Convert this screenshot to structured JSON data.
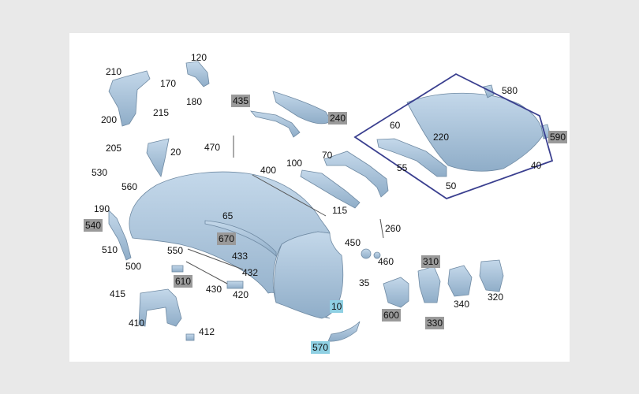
{
  "diagram": {
    "labels": [
      {
        "id": "l210",
        "text": "210",
        "style": "plain"
      },
      {
        "id": "l120",
        "text": "120",
        "style": "plain"
      },
      {
        "id": "l170",
        "text": "170",
        "style": "plain"
      },
      {
        "id": "l180",
        "text": "180",
        "style": "plain"
      },
      {
        "id": "l200",
        "text": "200",
        "style": "plain"
      },
      {
        "id": "l215",
        "text": "215",
        "style": "plain"
      },
      {
        "id": "l205",
        "text": "205",
        "style": "plain"
      },
      {
        "id": "l20",
        "text": "20",
        "style": "plain"
      },
      {
        "id": "l470",
        "text": "470",
        "style": "plain"
      },
      {
        "id": "l435",
        "text": "435",
        "style": "gray"
      },
      {
        "id": "l240",
        "text": "240",
        "style": "gray"
      },
      {
        "id": "l580",
        "text": "580",
        "style": "plain"
      },
      {
        "id": "l60",
        "text": "60",
        "style": "plain"
      },
      {
        "id": "l220",
        "text": "220",
        "style": "plain"
      },
      {
        "id": "l590",
        "text": "590",
        "style": "gray"
      },
      {
        "id": "l70",
        "text": "70",
        "style": "plain"
      },
      {
        "id": "l400",
        "text": "400",
        "style": "plain"
      },
      {
        "id": "l100",
        "text": "100",
        "style": "plain"
      },
      {
        "id": "l55",
        "text": "55",
        "style": "plain"
      },
      {
        "id": "l40",
        "text": "40",
        "style": "plain"
      },
      {
        "id": "l50",
        "text": "50",
        "style": "plain"
      },
      {
        "id": "l530",
        "text": "530",
        "style": "plain"
      },
      {
        "id": "l560",
        "text": "560",
        "style": "plain"
      },
      {
        "id": "l190",
        "text": "190",
        "style": "plain"
      },
      {
        "id": "l540",
        "text": "540",
        "style": "gray"
      },
      {
        "id": "l65",
        "text": "65",
        "style": "plain"
      },
      {
        "id": "l115",
        "text": "115",
        "style": "plain"
      },
      {
        "id": "l670",
        "text": "670",
        "style": "gray"
      },
      {
        "id": "l510",
        "text": "510",
        "style": "plain"
      },
      {
        "id": "l550",
        "text": "550",
        "style": "plain"
      },
      {
        "id": "l260",
        "text": "260",
        "style": "plain"
      },
      {
        "id": "l450",
        "text": "450",
        "style": "plain"
      },
      {
        "id": "l460",
        "text": "460",
        "style": "plain"
      },
      {
        "id": "l433",
        "text": "433",
        "style": "plain"
      },
      {
        "id": "l500",
        "text": "500",
        "style": "plain"
      },
      {
        "id": "l432",
        "text": "432",
        "style": "plain"
      },
      {
        "id": "l610",
        "text": "610",
        "style": "gray"
      },
      {
        "id": "l430",
        "text": "430",
        "style": "plain"
      },
      {
        "id": "l420",
        "text": "420",
        "style": "plain"
      },
      {
        "id": "l35",
        "text": "35",
        "style": "plain"
      },
      {
        "id": "l310",
        "text": "310",
        "style": "gray"
      },
      {
        "id": "l340",
        "text": "340",
        "style": "plain"
      },
      {
        "id": "l320",
        "text": "320",
        "style": "plain"
      },
      {
        "id": "l415",
        "text": "415",
        "style": "plain"
      },
      {
        "id": "l10",
        "text": "10",
        "style": "blue"
      },
      {
        "id": "l600",
        "text": "600",
        "style": "gray"
      },
      {
        "id": "l330",
        "text": "330",
        "style": "gray"
      },
      {
        "id": "l410",
        "text": "410",
        "style": "plain"
      },
      {
        "id": "l412",
        "text": "412",
        "style": "plain"
      },
      {
        "id": "l570",
        "text": "570",
        "style": "blue"
      }
    ],
    "colors": {
      "page_background": "#e9e9e9",
      "canvas_background": "#ffffff",
      "part_fill": "#a9c4dc",
      "part_stroke": "#6f8aa3",
      "highlight_label": "#8fd0e3",
      "gray_label": "#9a9a9a",
      "assembly_outline": "#3a3f8f"
    }
  }
}
